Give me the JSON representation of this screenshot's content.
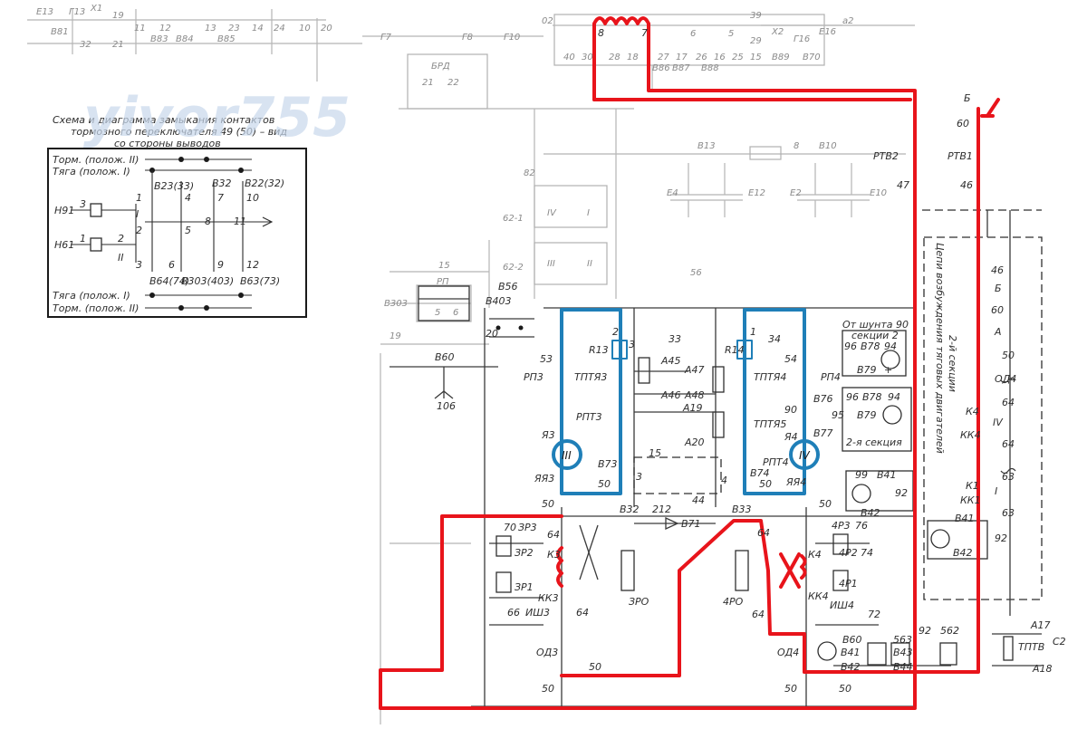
{
  "watermark": "yivor755",
  "inset": {
    "caption": [
      "Схема и диаграмма замыкания контактов",
      "тормозного переключателя 49 (50) – вид",
      "со стороны выводов"
    ],
    "row_labels": {
      "torm_top": "Торм. (полож. II)",
      "tyaga_top": "Тяга (полож. I)",
      "tyaga_bottom": "Тяга (полож. I)",
      "torm_bottom": "Торм. (полож. II)"
    },
    "wire_labels": {
      "n91": "Н91",
      "n61": "Н61",
      "v23": "В23(33)",
      "v32": "В32",
      "v22": "В22(32)",
      "v64": "В64(74)",
      "v303": "В303(403)",
      "v63": "В63(73)"
    },
    "numbers": [
      "1",
      "2",
      "3",
      "4",
      "5",
      "6",
      "7",
      "8",
      "9",
      "10",
      "11",
      "12"
    ],
    "positions": [
      "I",
      "II"
    ]
  },
  "labels": {
    "top": [
      "Е13",
      "Г13",
      "В81",
      "Х1",
      "19",
      "32",
      "21",
      "11",
      "12",
      "В83",
      "В84",
      "13",
      "23",
      "В85",
      "14",
      "24",
      "10",
      "20",
      "02",
      "8",
      "7",
      "6",
      "5",
      "39",
      "29",
      "Х2",
      "Г16",
      "Е16",
      "а2",
      "40",
      "30",
      "28",
      "18",
      "В86",
      "27",
      "17",
      "В87",
      "26",
      "16",
      "В88",
      "25",
      "15",
      "В89",
      "В70",
      "Г7",
      "Г8",
      "Г10"
    ],
    "brd": "БРД",
    "brd_nums": [
      "21",
      "22"
    ],
    "upper_mid": [
      "82",
      "В13",
      "8",
      "В10",
      "Е4",
      "Е12",
      "Е2",
      "Е10",
      "62-1",
      "62-2",
      "56",
      "I",
      "II",
      "III",
      "IV"
    ],
    "rp": "РП",
    "rp_nums": [
      "15",
      "5",
      "6"
    ],
    "left": [
      "В403",
      "В56",
      "20",
      "В303",
      "19",
      "В60",
      "106"
    ],
    "rtv": [
      "РТВ2",
      "РТВ1",
      "47",
      "46",
      "Б",
      "60"
    ],
    "sec3": [
      "53",
      "РП3",
      "R13",
      "ТПТЯ3",
      "РПТ3",
      "Я3",
      "III",
      "ЯЯ3",
      "В73",
      "50",
      "2",
      "3",
      "33",
      "А45",
      "А46",
      "А47",
      "А48",
      "А19",
      "А20"
    ],
    "sec4": [
      "R14",
      "34",
      "54",
      "РП4",
      "ТПТЯ4",
      "90",
      "ТПТЯ5",
      "В76",
      "В77",
      "РПТ4",
      "Я4",
      "IV",
      "ЯЯ4",
      "В74",
      "50",
      "95",
      "1"
    ],
    "mid_box": [
      "15",
      "3",
      "4"
    ],
    "shunt": [
      "От шунта 90",
      "секции 2"
    ],
    "meters": [
      "96",
      "В78",
      "94",
      "В79",
      "+",
      "2-я секция",
      "99",
      "В41",
      "92",
      "В42"
    ],
    "right_box": [
      "Цепи возбуждения тяговых двигателей",
      "2-й секции"
    ],
    "right_nums": [
      "46",
      "Б",
      "60",
      "А",
      "50",
      "ОД4",
      "64",
      "К4",
      "IV",
      "КК4",
      "64",
      "63",
      "К1",
      "КК1",
      "I",
      "63",
      "В41",
      "92",
      "В42"
    ],
    "lower": [
      "50",
      "50",
      "70",
      "ЗР3",
      "ЗР2",
      "64",
      "К3",
      "ЗР1",
      "КК3",
      "66",
      "ИШ3",
      "64",
      "ЗРО",
      "В32",
      "212",
      "В71",
      "44",
      "В33",
      "64",
      "4Р3",
      "76",
      "4Р2",
      "74",
      "К4",
      "4Р1",
      "4РО",
      "64",
      "КК4",
      "ИШ4",
      "72",
      "ОД3",
      "50",
      "ОД4",
      "В60",
      "В41",
      "В42",
      "563",
      "В43",
      "В44",
      "92",
      "562",
      "А17",
      "ТПТВ",
      "С2",
      "А18",
      "50",
      "50",
      "50"
    ]
  }
}
